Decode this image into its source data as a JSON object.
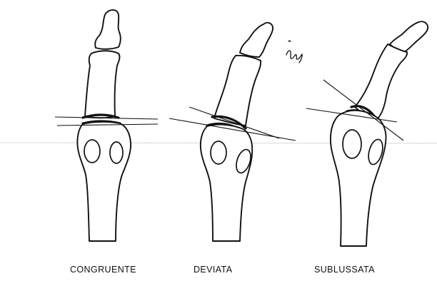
{
  "figure": {
    "panels": [
      {
        "id": "congruente",
        "label": "CONGRUENTE",
        "icon": "congruent-finger-joint-drawing"
      },
      {
        "id": "deviata",
        "label": "DEVIATA",
        "icon": "deviated-finger-joint-drawing"
      },
      {
        "id": "sublussata",
        "label": "SUBLUSSATA",
        "icon": "subluxated-finger-joint-drawing"
      }
    ],
    "signature_icon": "handwritten-signature",
    "ink_color": "#111111",
    "background_color": "#ffffff"
  }
}
